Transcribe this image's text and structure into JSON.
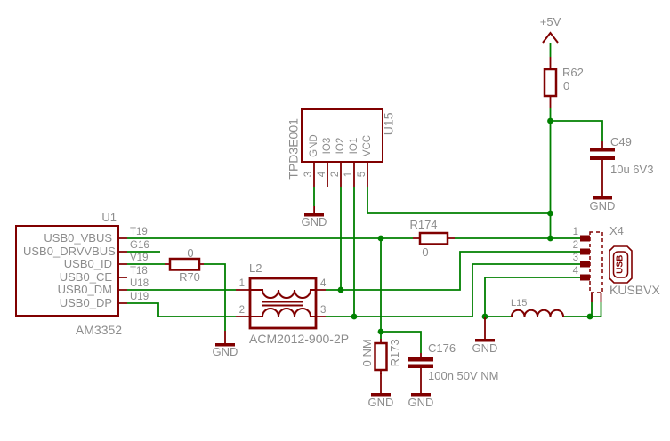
{
  "sch": {
    "colors": {
      "wire": "#008000",
      "symbol": "#800000",
      "label": "#8C8C8C",
      "background": "#FFFFFF"
    },
    "power": {
      "v5": "+5V",
      "gnd": "GND"
    },
    "u1": {
      "ref": "U1",
      "value": "AM3352",
      "pins": [
        {
          "name": "USB0_VBUS",
          "pad": "T19"
        },
        {
          "name": "USB0_DRVVBUS",
          "pad": "G16"
        },
        {
          "name": "USB0_ID",
          "pad": "V19"
        },
        {
          "name": "USB0_CE",
          "pad": "T18"
        },
        {
          "name": "USB0_DM",
          "pad": "U18"
        },
        {
          "name": "USB0_DP",
          "pad": "U19"
        }
      ]
    },
    "u15": {
      "ref": "U15",
      "value": "TPD3E001",
      "pins": [
        {
          "name": "GND",
          "pad": "3"
        },
        {
          "name": "IO3",
          "pad": "4"
        },
        {
          "name": "IO2",
          "pad": "2"
        },
        {
          "name": "IO1",
          "pad": "1"
        },
        {
          "name": "VCC",
          "pad": "5"
        }
      ]
    },
    "l2": {
      "ref": "L2",
      "value": "ACM2012-900-2P",
      "pads": [
        "1",
        "2",
        "3",
        "4"
      ]
    },
    "l15": {
      "ref": "L15"
    },
    "r70": {
      "ref": "R70",
      "value": "0"
    },
    "r174": {
      "ref": "R174",
      "value": "0"
    },
    "r62": {
      "ref": "R62",
      "value": "0"
    },
    "r173": {
      "ref": "R173",
      "value": "0 NM"
    },
    "c49": {
      "ref": "C49",
      "value": "10u 6V3"
    },
    "c176": {
      "ref": "C176",
      "value": "100n 50V NM"
    },
    "x4": {
      "ref": "X4",
      "value": "KUSBVX",
      "pads": [
        "1",
        "2",
        "3",
        "4"
      ],
      "symbol_label": "USB"
    }
  }
}
